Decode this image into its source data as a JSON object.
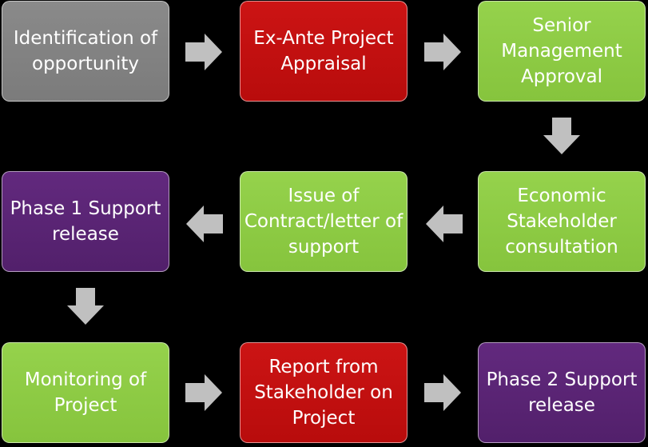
{
  "diagram": {
    "colors": {
      "background": "#000000",
      "gray": "#808080",
      "red": "#c00000",
      "green": "#8cc940",
      "purple": "#582274",
      "arrow": "#c0c0c0"
    },
    "steps": [
      {
        "id": "identification",
        "label": "Identification of opportunity",
        "color": "gray"
      },
      {
        "id": "ex-ante",
        "label": "Ex-Ante Project Appraisal",
        "color": "red"
      },
      {
        "id": "senior-management",
        "label": "Senior Management Approval",
        "color": "green"
      },
      {
        "id": "economic-stakeholder",
        "label": "Economic Stakeholder consultation",
        "color": "green"
      },
      {
        "id": "issue-contract",
        "label": "Issue of Contract/letter of support",
        "color": "green"
      },
      {
        "id": "phase1",
        "label": "Phase 1 Support release",
        "color": "purple"
      },
      {
        "id": "monitoring",
        "label": "Monitoring of Project",
        "color": "green"
      },
      {
        "id": "report",
        "label": "Report from Stakeholder on Project",
        "color": "red"
      },
      {
        "id": "phase2",
        "label": "Phase 2 Support release",
        "color": "purple"
      }
    ],
    "arrows": [
      "right",
      "right",
      "down",
      "left",
      "left",
      "down",
      "right",
      "right"
    ]
  }
}
